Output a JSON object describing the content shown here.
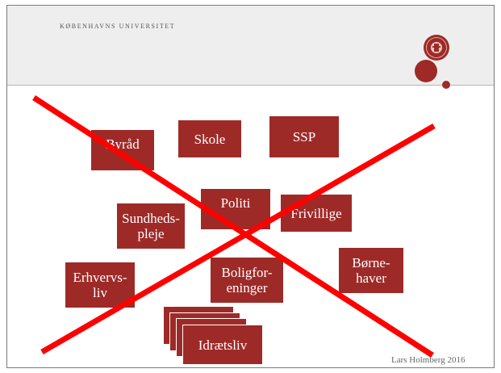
{
  "header": {
    "university_name": "KØBENHAVNS UNIVERSITET",
    "logo_icon": "university-seal-icon"
  },
  "boxes": {
    "byraad": "Byråd",
    "skole": "Skole",
    "ssp": "SSP",
    "sundhedspleje": "Sundheds-\npleje",
    "politi": "Politi",
    "frivillige": "Frivillige",
    "erhvervsliv": "Erhvervs-\nliv",
    "boligforeninger": "Boligfor-\neninger",
    "boernehaver": "Børne-\nhaver",
    "idraetsliv": "Idrætsliv"
  },
  "footer": {
    "author_year": "Lars Holmberg 2016"
  },
  "colors": {
    "box_red": "#9e2a28",
    "cross_red": "#ff0000",
    "header_gray": "#eeeeee"
  }
}
